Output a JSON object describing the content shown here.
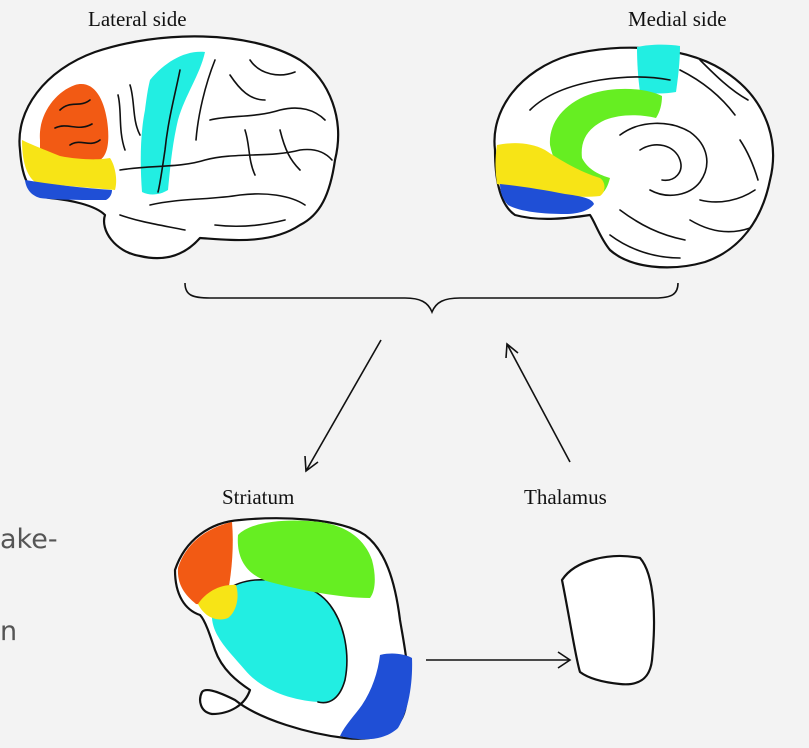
{
  "labels": {
    "lateral": "Lateral side",
    "medial": "Medial side",
    "striatum": "Striatum",
    "thalamus": "Thalamus"
  },
  "edge_fragments": [
    "ake-",
    "n"
  ],
  "colors": {
    "orange": "#f25a14",
    "yellow": "#f7e416",
    "cyan": "#22eee2",
    "green": "#66ee22",
    "blue": "#1f4fd6",
    "outline": "#111111",
    "background": "#f3f3f3"
  }
}
